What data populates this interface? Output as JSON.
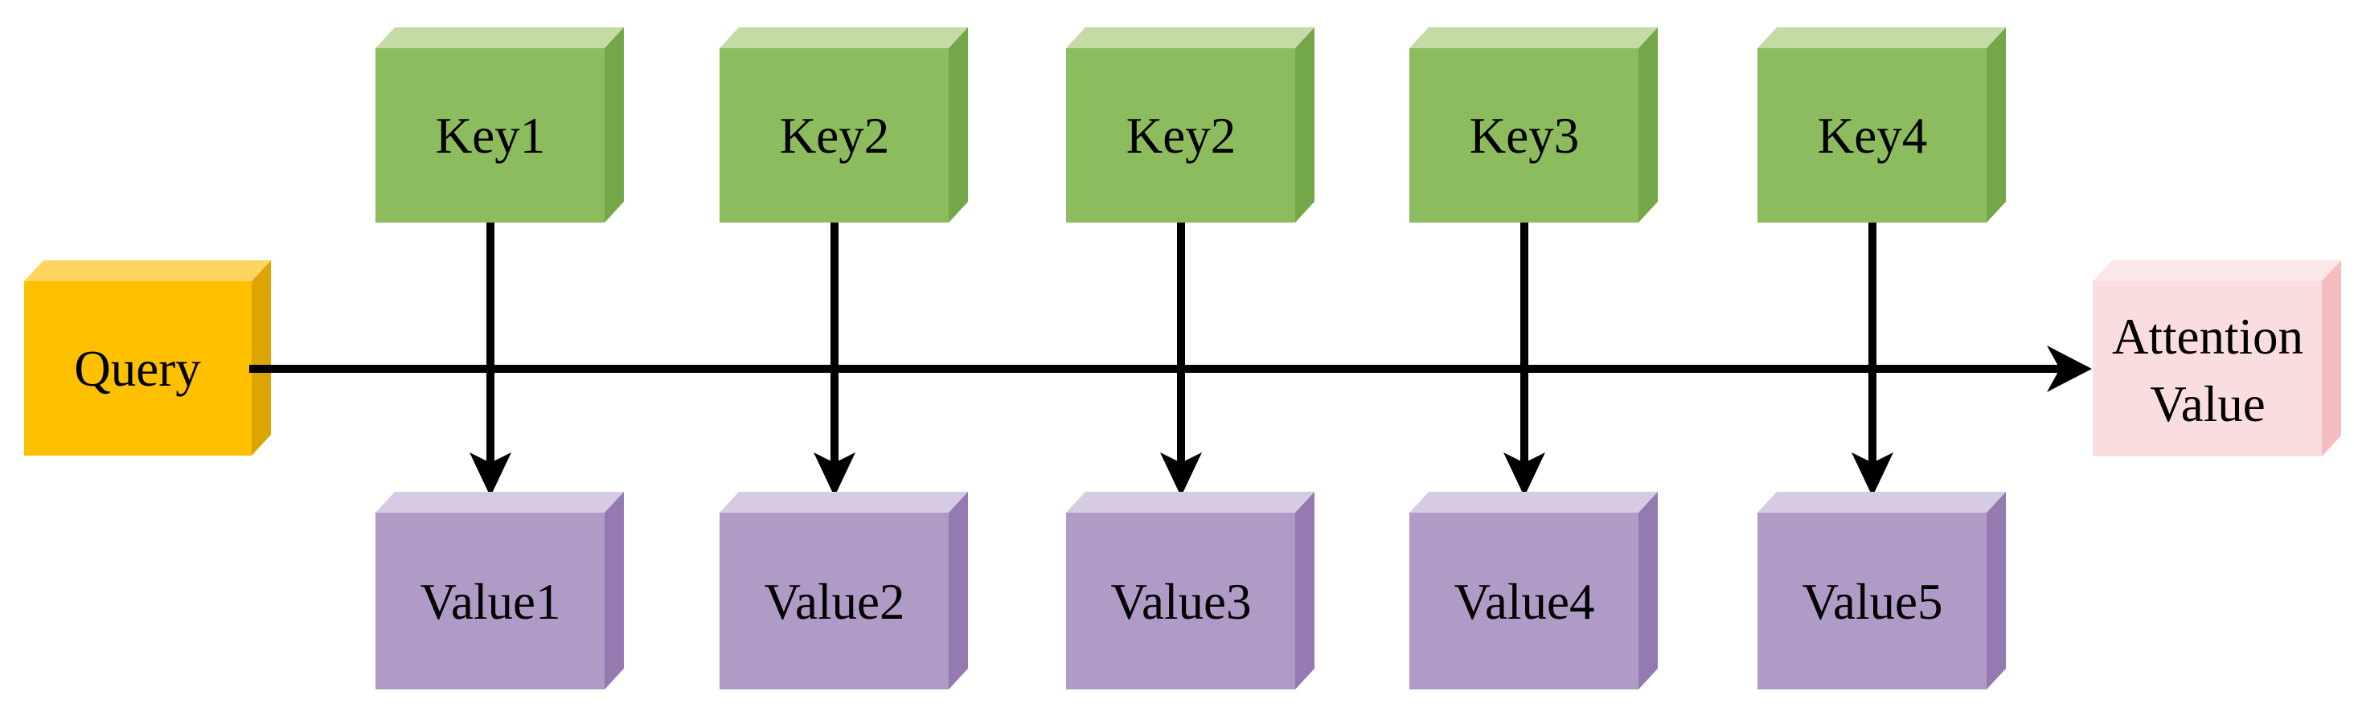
{
  "diagram": {
    "query": {
      "label": "Query"
    },
    "keys": [
      {
        "label": "Key1"
      },
      {
        "label": "Key2"
      },
      {
        "label": "Key2"
      },
      {
        "label": "Key3"
      },
      {
        "label": "Key4"
      }
    ],
    "values": [
      {
        "label": "Value1"
      },
      {
        "label": "Value2"
      },
      {
        "label": "Value3"
      },
      {
        "label": "Value4"
      },
      {
        "label": "Value5"
      }
    ],
    "attention": {
      "line1": "Attention",
      "line2": "Value"
    }
  },
  "colors": {
    "query_front": "#FFC000",
    "query_top": "#FFD45F",
    "query_side": "#DDA504",
    "key_front": "#8CBC5E",
    "key_top": "#C5DBA6",
    "key_side": "#74A747",
    "value_front": "#B09BC6",
    "value_top": "#D6CBE3",
    "value_side": "#9579B1",
    "attention_front": "#FADDDF",
    "attention_top": "#FBE7E8",
    "attention_side": "#F2BCC0",
    "arrow": "#000000"
  }
}
